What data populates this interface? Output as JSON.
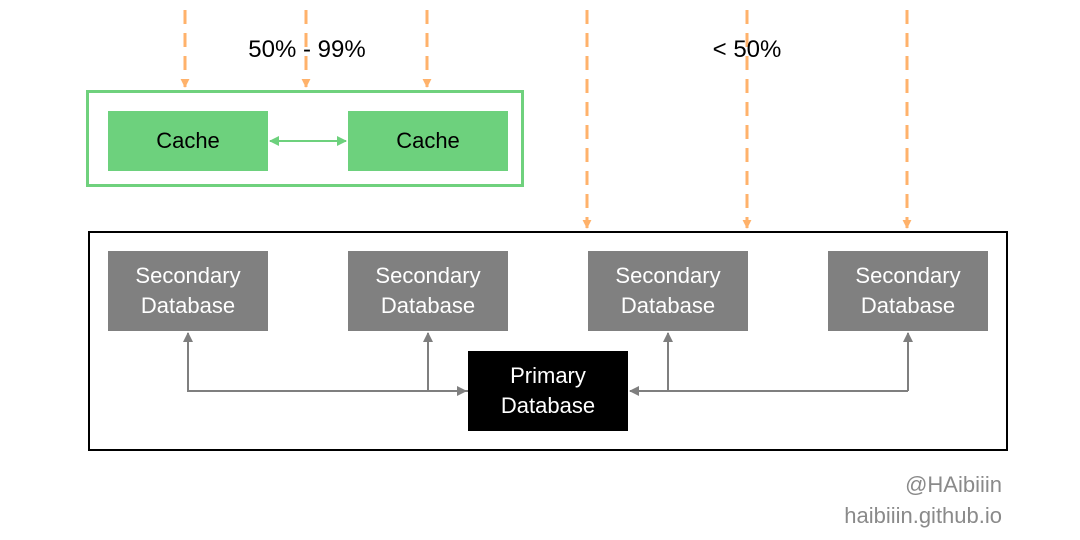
{
  "traffic": {
    "cache_hit_label": "50% - 99%",
    "db_label": "< 50%"
  },
  "cache_group": {
    "nodes": [
      {
        "label": "Cache"
      },
      {
        "label": "Cache"
      }
    ]
  },
  "database_cluster": {
    "secondaries": [
      {
        "label": "Secondary\nDatabase"
      },
      {
        "label": "Secondary\nDatabase"
      },
      {
        "label": "Secondary\nDatabase"
      },
      {
        "label": "Secondary\nDatabase"
      }
    ],
    "primary": {
      "label": "Primary\nDatabase"
    }
  },
  "credit": {
    "handle": "@HAibiiin",
    "site": "haibiiin.github.io"
  },
  "colors": {
    "traffic_arrow": "#ffb26b",
    "cache_fill": "#6dd17d",
    "cache_border": "#6fd17d",
    "secondary_fill": "#808080",
    "primary_fill": "#000000",
    "connector": "#7f7f7f"
  }
}
